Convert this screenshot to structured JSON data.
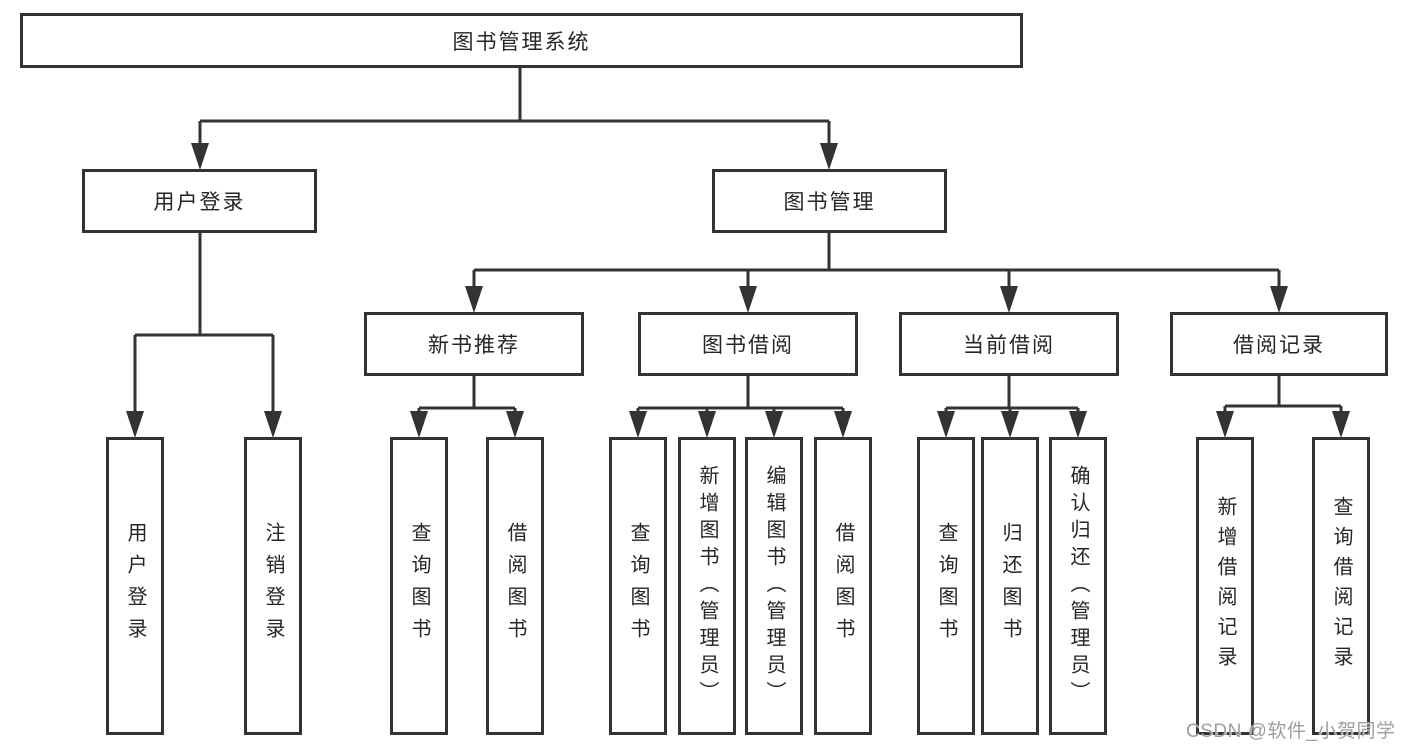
{
  "watermark": "CSDN @软件_小贺同学",
  "colors": {
    "line": "#333333",
    "text": "#262626",
    "box_bg": "#ffffff",
    "watermark": "#9e9e9e",
    "background": "#ffffff"
  },
  "tree": {
    "root": {
      "label": "图书管理系统"
    },
    "branches": [
      {
        "label": "用户登录",
        "leaves": [
          {
            "label": "用户登录"
          },
          {
            "label": "注销登录"
          }
        ]
      },
      {
        "label": "图书管理",
        "sections": [
          {
            "label": "新书推荐",
            "leaves": [
              {
                "label": "查询图书"
              },
              {
                "label": "借阅图书"
              }
            ]
          },
          {
            "label": "图书借阅",
            "leaves": [
              {
                "label": "查询图书"
              },
              {
                "label": "新增图书（管理员）"
              },
              {
                "label": "编辑图书（管理员）"
              },
              {
                "label": "借阅图书"
              }
            ]
          },
          {
            "label": "当前借阅",
            "leaves": [
              {
                "label": "查询图书"
              },
              {
                "label": "归还图书"
              },
              {
                "label": "确认归还（管理员）"
              }
            ]
          },
          {
            "label": "借阅记录",
            "leaves": [
              {
                "label": "新增借阅记录"
              },
              {
                "label": "查询借阅记录"
              }
            ]
          }
        ]
      }
    ]
  }
}
